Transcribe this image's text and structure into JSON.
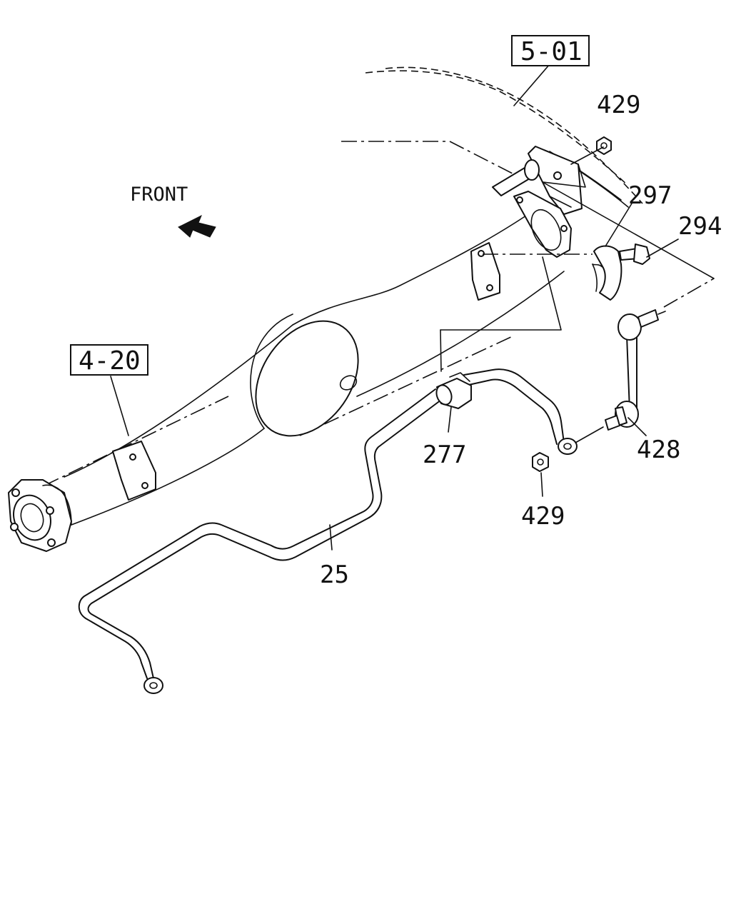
{
  "direction_label": "FRONT",
  "direction_icon": "arrow-up-left-icon",
  "references": {
    "frame": "5-01",
    "axle": "4-20"
  },
  "callouts": {
    "nut_upper": "429",
    "bracket": "297",
    "bolt": "294",
    "bushing": "277",
    "link": "428",
    "nut_lower": "429",
    "stabilizer_bar": "25"
  }
}
